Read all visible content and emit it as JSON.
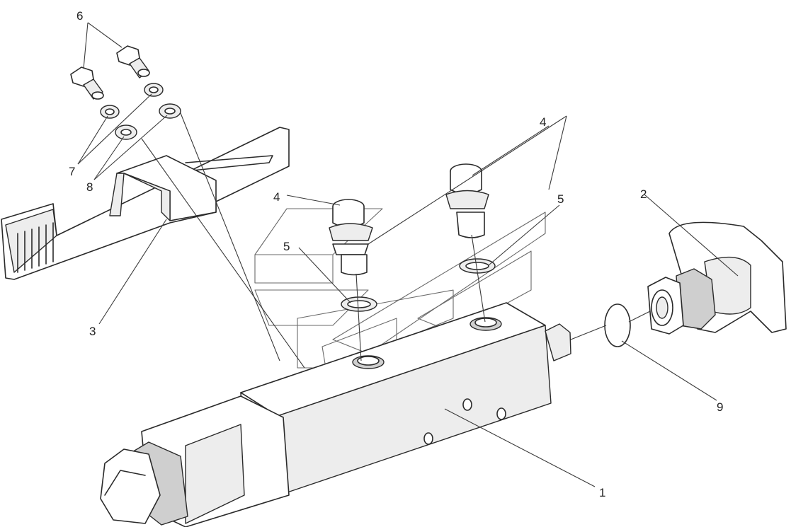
{
  "callouts": [
    {
      "id": "c1",
      "text": "1"
    },
    {
      "id": "c2",
      "text": "2"
    },
    {
      "id": "c3",
      "text": "3"
    },
    {
      "id": "c4a",
      "text": "4"
    },
    {
      "id": "c4b",
      "text": "4"
    },
    {
      "id": "c5a",
      "text": "5"
    },
    {
      "id": "c5b",
      "text": "5"
    },
    {
      "id": "c6",
      "text": "6"
    },
    {
      "id": "c7",
      "text": "7"
    },
    {
      "id": "c8",
      "text": "8"
    },
    {
      "id": "c9",
      "text": "9"
    }
  ]
}
